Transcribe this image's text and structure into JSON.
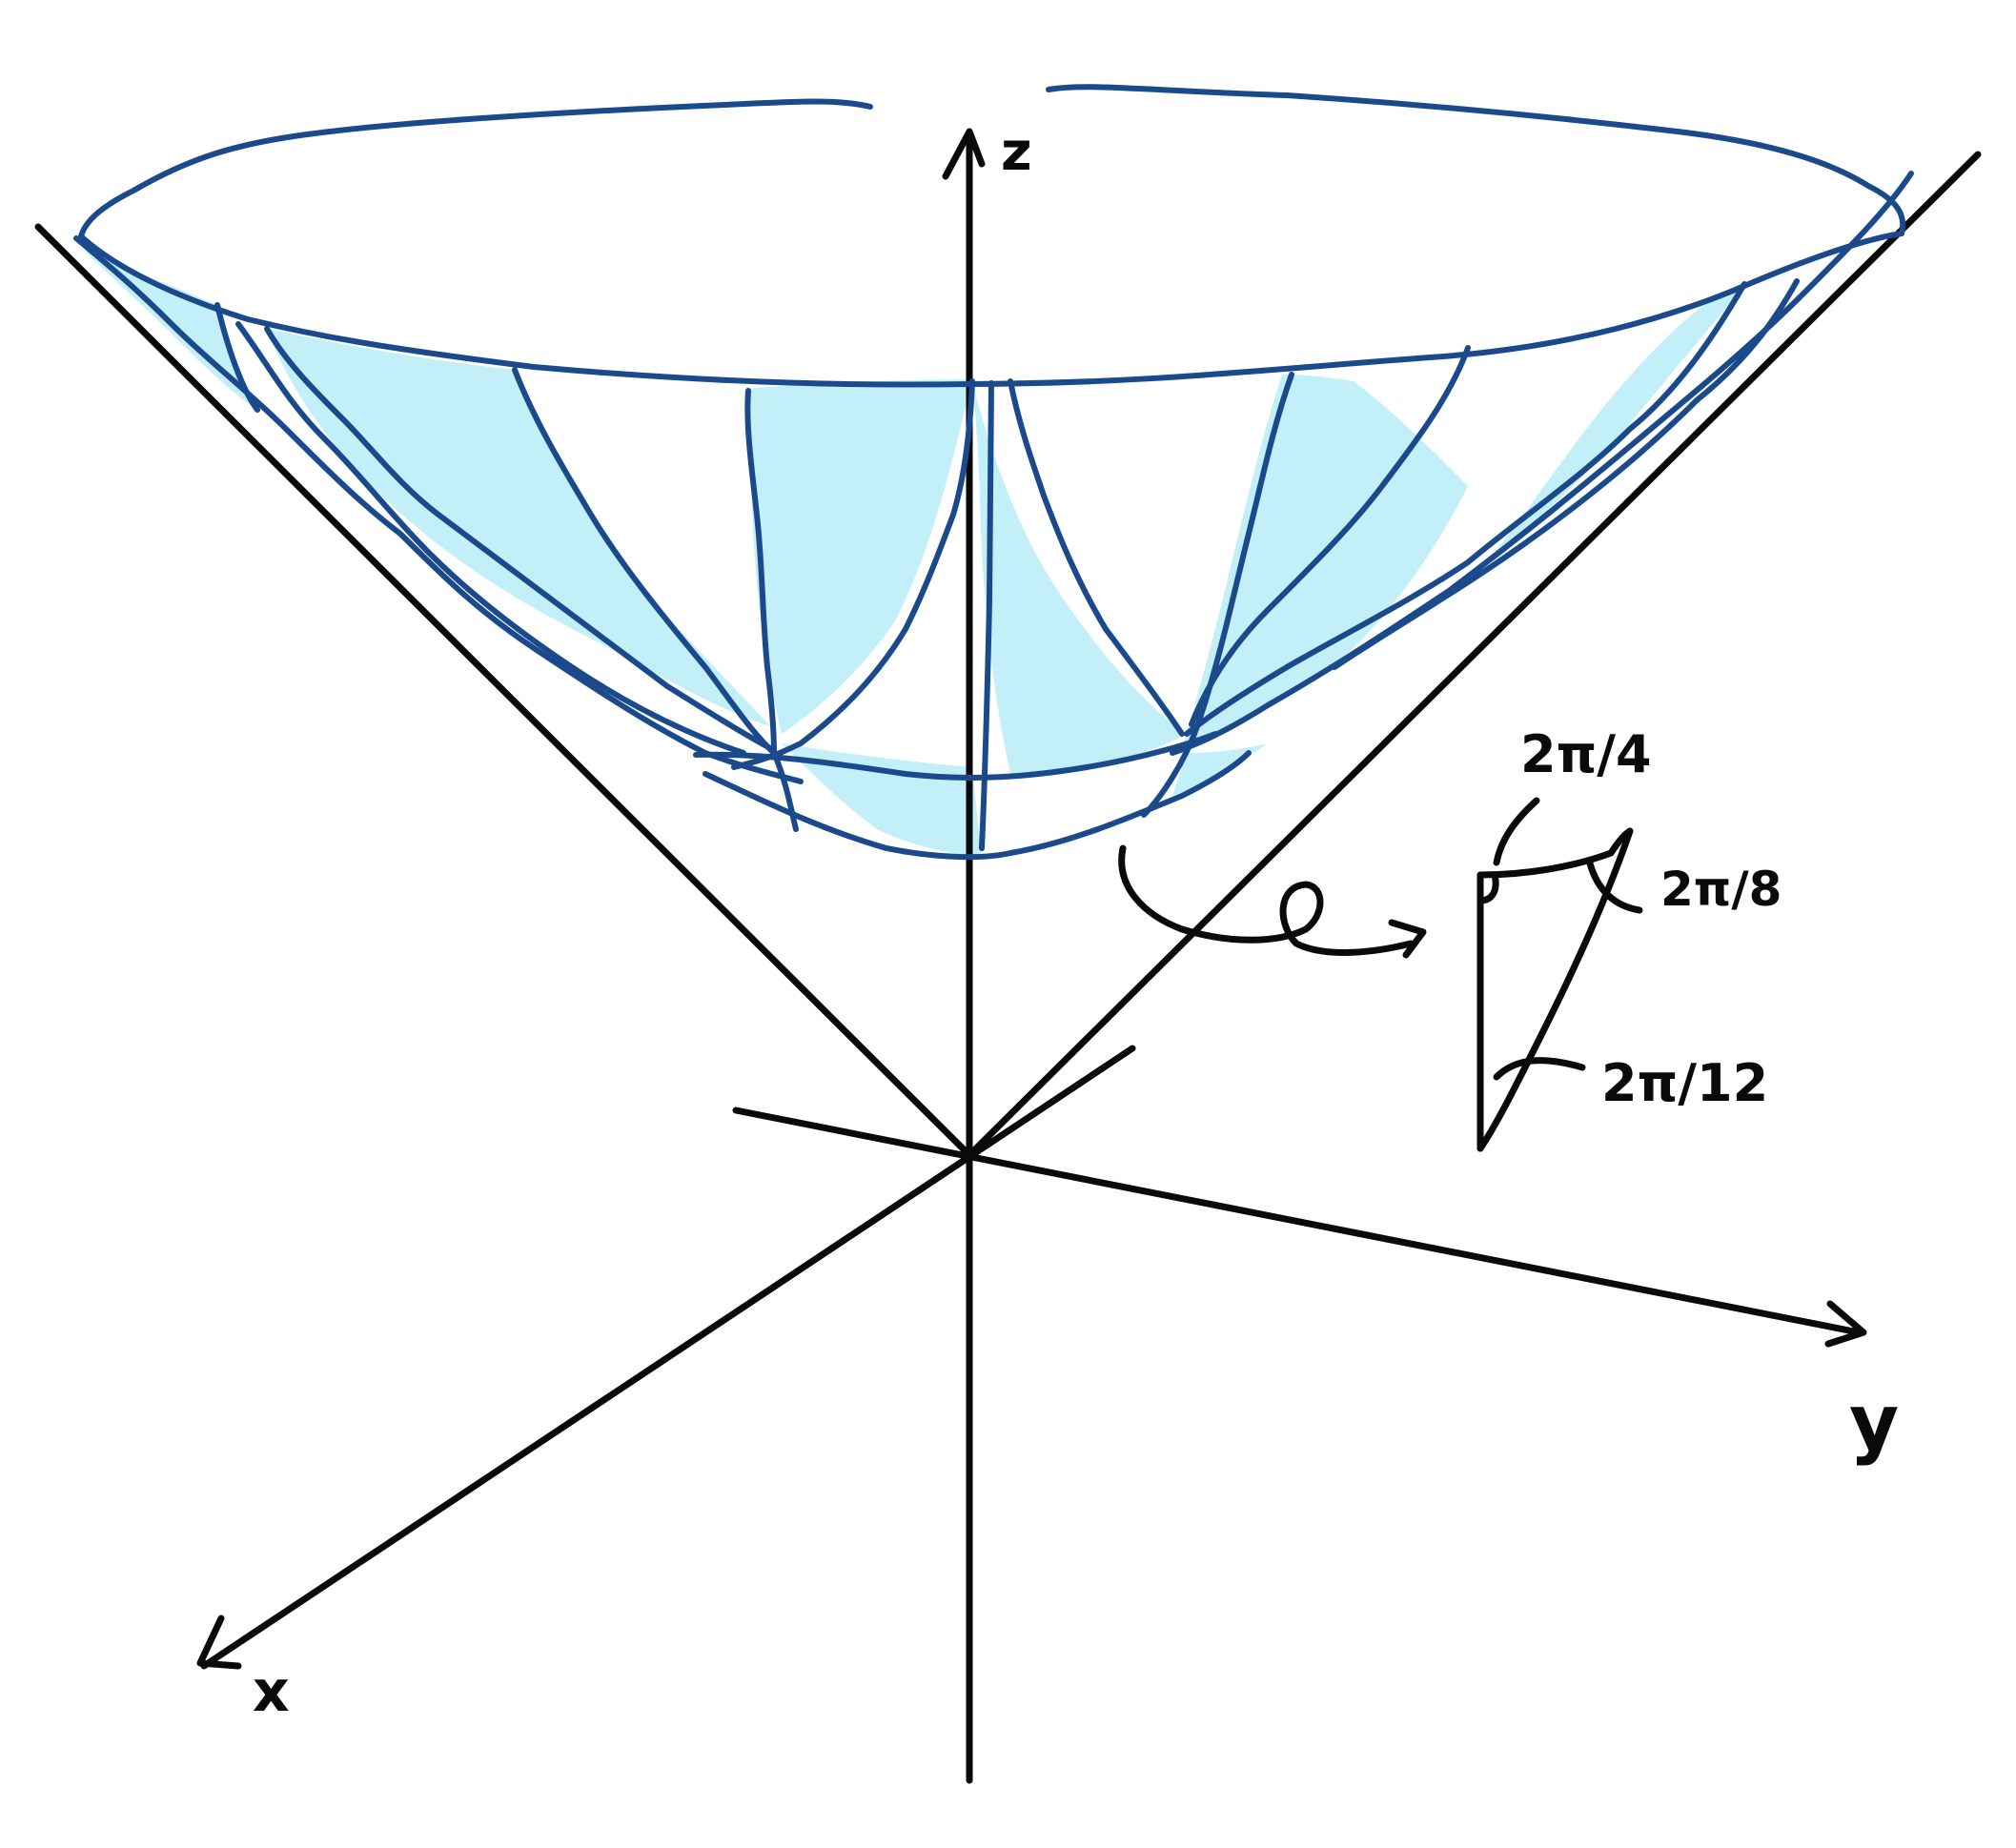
{
  "colors": {
    "ink": "#0a0a0a",
    "surface_stroke": "#1b4a8c",
    "surface_fill": "#c2eff8"
  },
  "axes": {
    "x_label": "x",
    "y_label": "y",
    "z_label": "z"
  },
  "inset": {
    "angle_top": "2π/4",
    "angle_middle": "2π/8",
    "angle_bottom": "2π/12"
  }
}
